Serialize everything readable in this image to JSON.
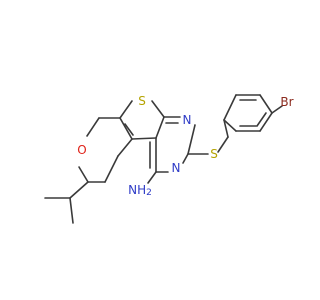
{
  "molecule": {
    "atom_labels": {
      "sulfur_ring": "S",
      "sulfur_linker": "S",
      "nitrogen_top": "N",
      "nitrogen_bottom": "N",
      "oxygen": "O",
      "amine": "NH",
      "amine_subscript": "2",
      "bromine": "Br"
    }
  },
  "colors": {
    "bond": "#3a3a3a",
    "carbon": "#3a3a3a",
    "sulfur": "#b5a300",
    "nitrogen": "#2f3cc7",
    "oxygen": "#e0231a",
    "bromine": "#8b2a1e",
    "background": "#ffffff"
  }
}
